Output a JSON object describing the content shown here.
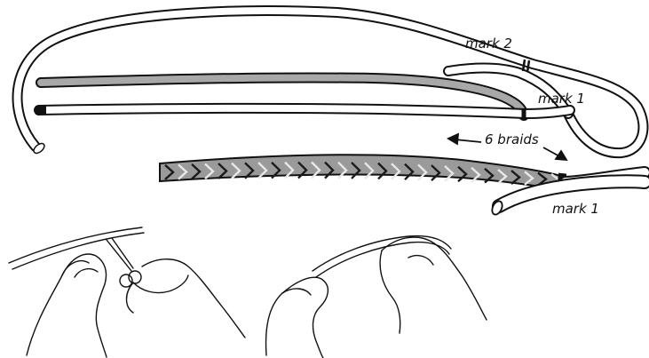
{
  "labels": {
    "mark2": "mark 2",
    "mark1_top": "mark 1",
    "braids": "6 braids",
    "mark1_bottom": "mark 1"
  },
  "colors": {
    "ink": "#111111",
    "rope_fill": "#ffffff",
    "inner_rope": "#a8a8a8",
    "braid_grey": "#9a9a9a",
    "braid_dark": "#1a1a1a"
  }
}
